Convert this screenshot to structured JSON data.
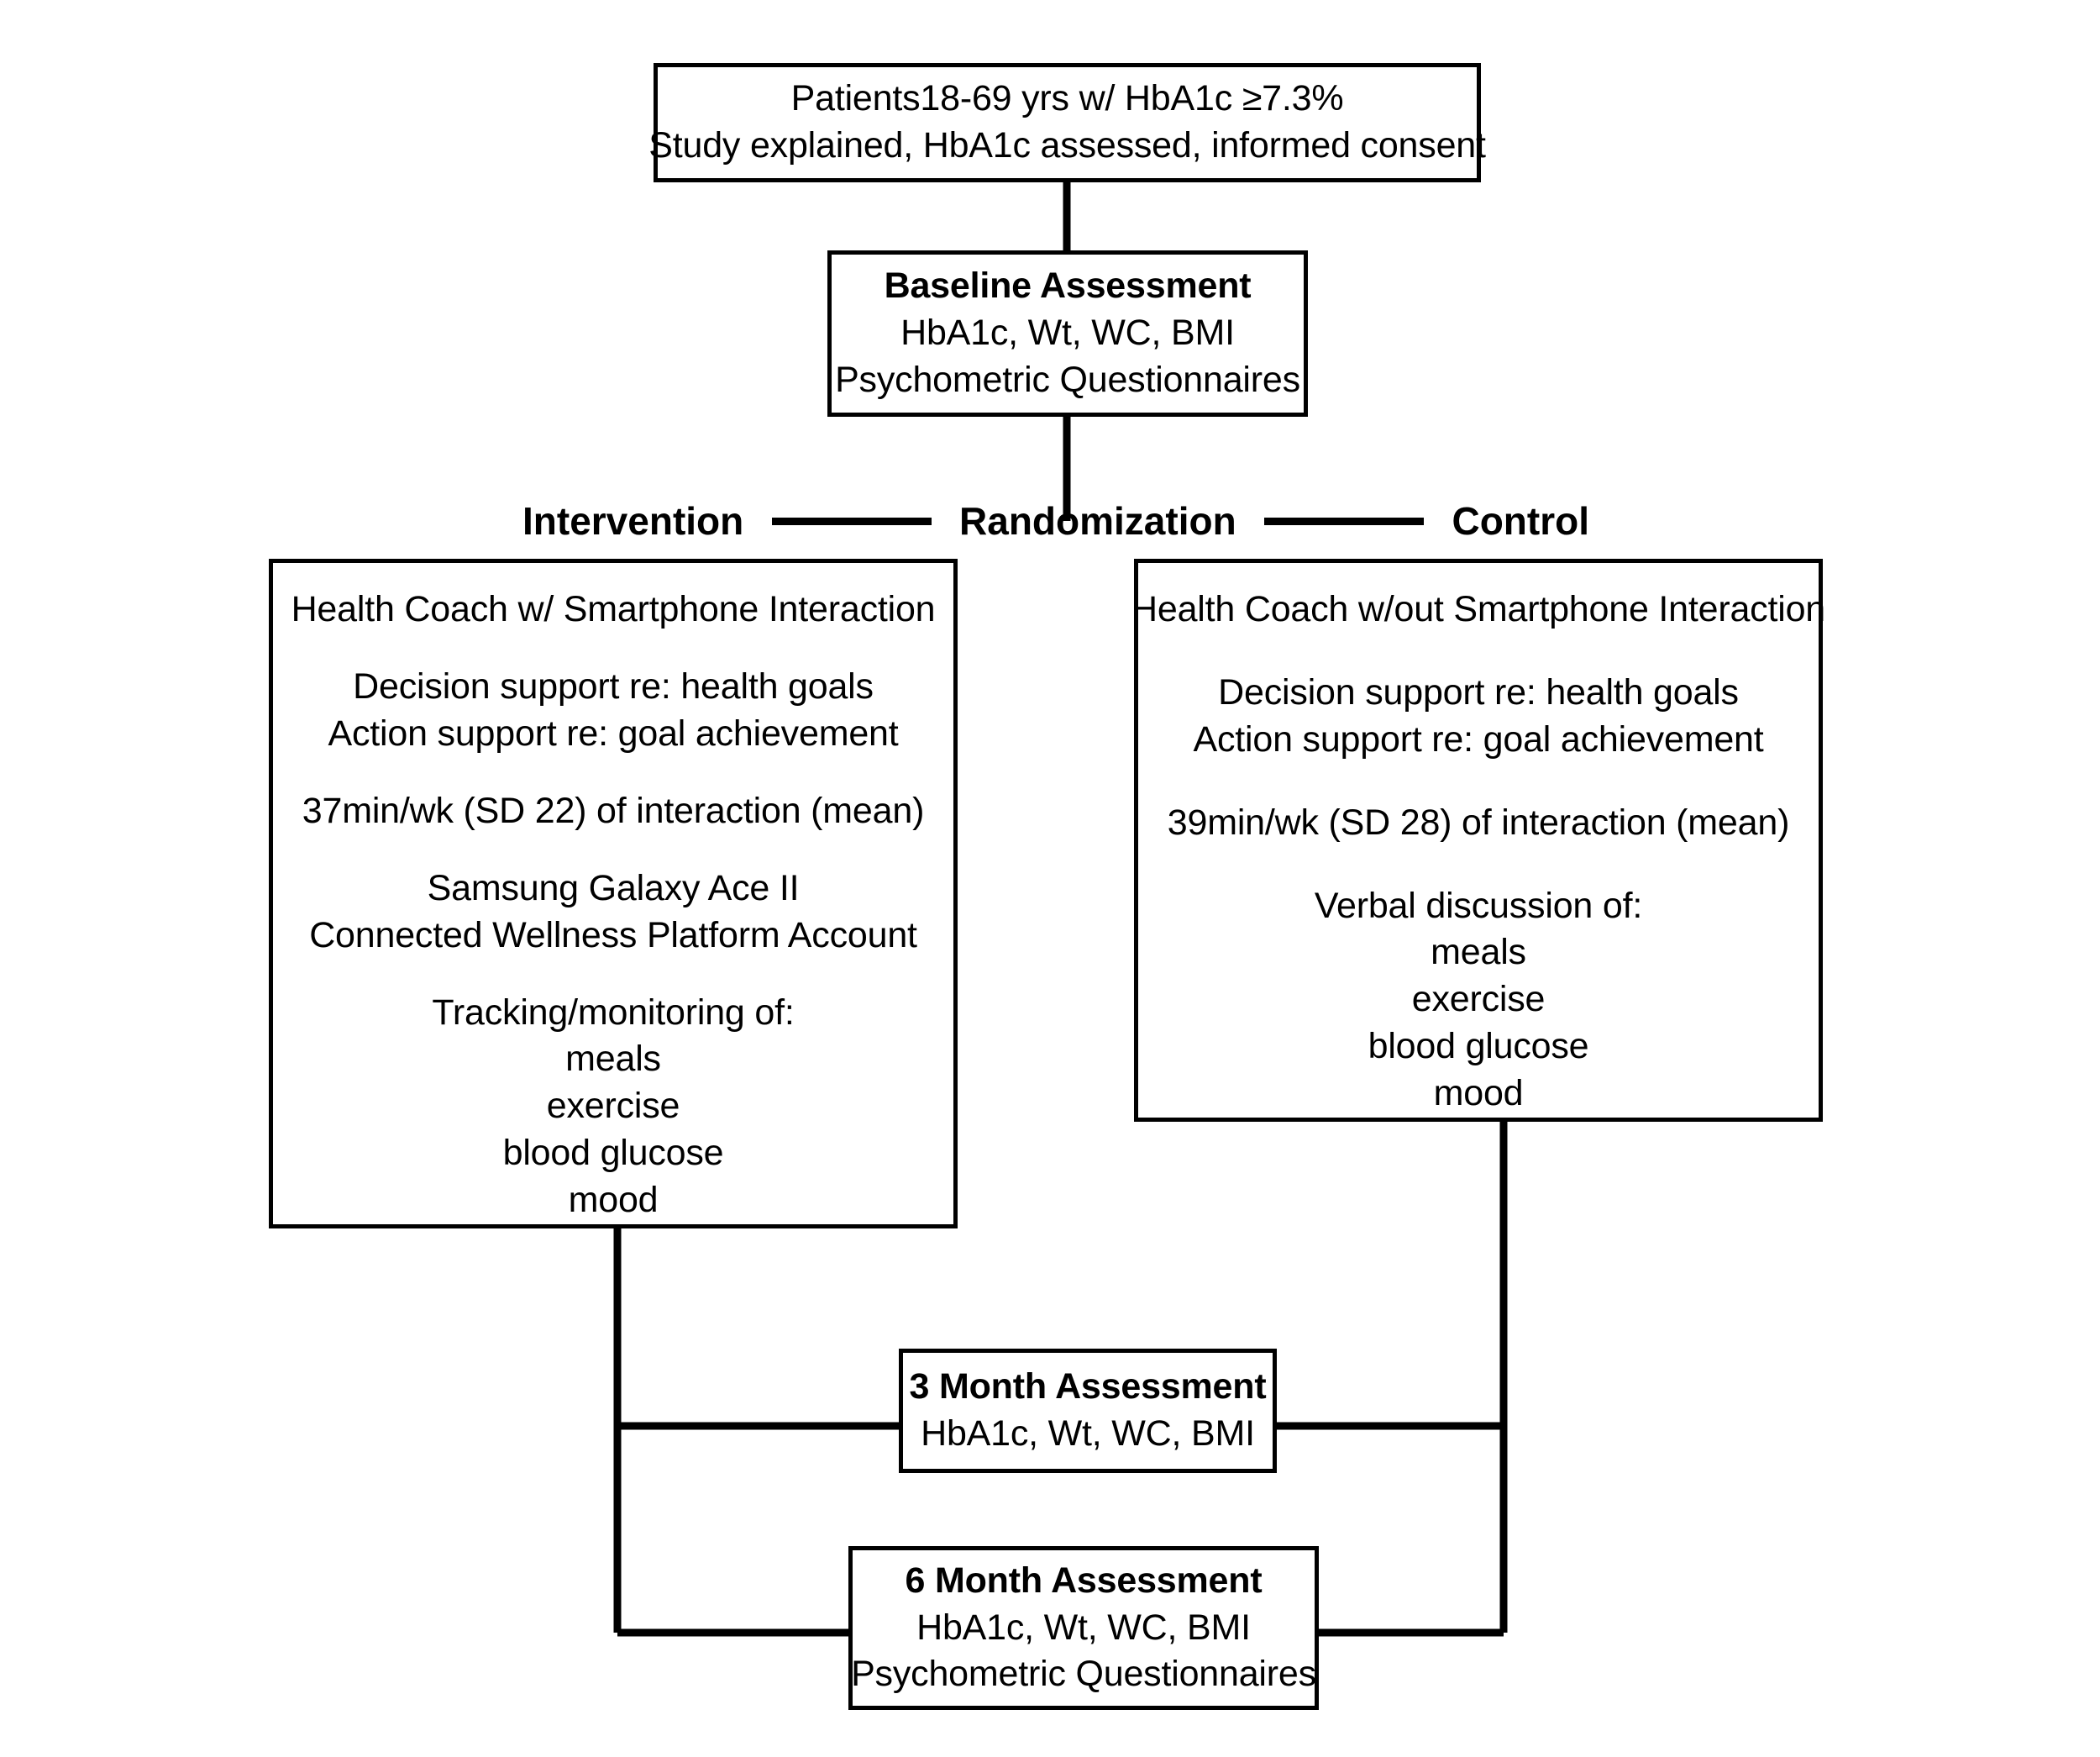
{
  "diagram": {
    "title": "Study flow diagram",
    "accent_color": "#000000",
    "background_color": "#ffffff",
    "nodes": {
      "eligibility": {
        "name": "eligibility-box",
        "lines": [
          {
            "text": "Patients18-69 yrs w/ HbA1c ≥7.3%",
            "bold": false
          },
          {
            "text": "Study explained, HbA1c assessed, informed consent",
            "bold": false
          }
        ]
      },
      "baseline": {
        "name": "baseline-assessment-box",
        "lines": [
          {
            "text": "Baseline Assessment",
            "bold": true
          },
          {
            "text": "HbA1c, Wt, WC, BMI",
            "bold": false
          },
          {
            "text": "Psychometric Questionnaires",
            "bold": false
          }
        ]
      },
      "intervention": {
        "name": "intervention-arm-box",
        "lines": [
          {
            "text": "Health Coach w/ Smartphone Interaction",
            "bold": false
          },
          {
            "text": "",
            "bold": false
          },
          {
            "text": "Decision support re: health goals",
            "bold": false
          },
          {
            "text": "Action support re: goal achievement",
            "bold": false
          },
          {
            "text": "",
            "bold": false
          },
          {
            "text": "37min/wk (SD 22) of interaction (mean)",
            "bold": false
          },
          {
            "text": "",
            "bold": false
          },
          {
            "text": "Samsung Galaxy Ace II",
            "bold": false
          },
          {
            "text": "Connected Wellness Platform Account",
            "bold": false
          },
          {
            "text": "",
            "bold": false
          },
          {
            "text": "Tracking/monitoring of:",
            "bold": false
          },
          {
            "text": "meals",
            "bold": false
          },
          {
            "text": "exercise",
            "bold": false
          },
          {
            "text": "blood glucose",
            "bold": false
          },
          {
            "text": "mood",
            "bold": false
          }
        ]
      },
      "control": {
        "name": "control-arm-box",
        "lines": [
          {
            "text": "Health Coach w/out Smartphone Interaction",
            "bold": false
          },
          {
            "text": "",
            "bold": false
          },
          {
            "text": "Decision support re: health goals",
            "bold": false
          },
          {
            "text": "Action support re: goal achievement",
            "bold": false
          },
          {
            "text": "",
            "bold": false
          },
          {
            "text": "39min/wk (SD 28) of interaction (mean)",
            "bold": false
          },
          {
            "text": "",
            "bold": false
          },
          {
            "text": "Verbal discussion of:",
            "bold": false
          },
          {
            "text": "meals",
            "bold": false
          },
          {
            "text": "exercise",
            "bold": false
          },
          {
            "text": "blood glucose",
            "bold": false
          },
          {
            "text": "mood",
            "bold": false
          }
        ]
      },
      "month3": {
        "name": "three-month-assessment-box",
        "lines": [
          {
            "text": "3 Month Assessment",
            "bold": true
          },
          {
            "text": "HbA1c, Wt, WC, BMI",
            "bold": false
          }
        ]
      },
      "month6": {
        "name": "six-month-assessment-box",
        "lines": [
          {
            "text": "6 Month Assessment",
            "bold": true
          },
          {
            "text": "HbA1c, Wt, WC, BMI",
            "bold": false
          },
          {
            "text": "Psychometric Questionnaires",
            "bold": false
          }
        ]
      }
    },
    "randomization_row": {
      "left_label": "Intervention",
      "center_label": "Randomization",
      "right_label": "Control"
    }
  }
}
